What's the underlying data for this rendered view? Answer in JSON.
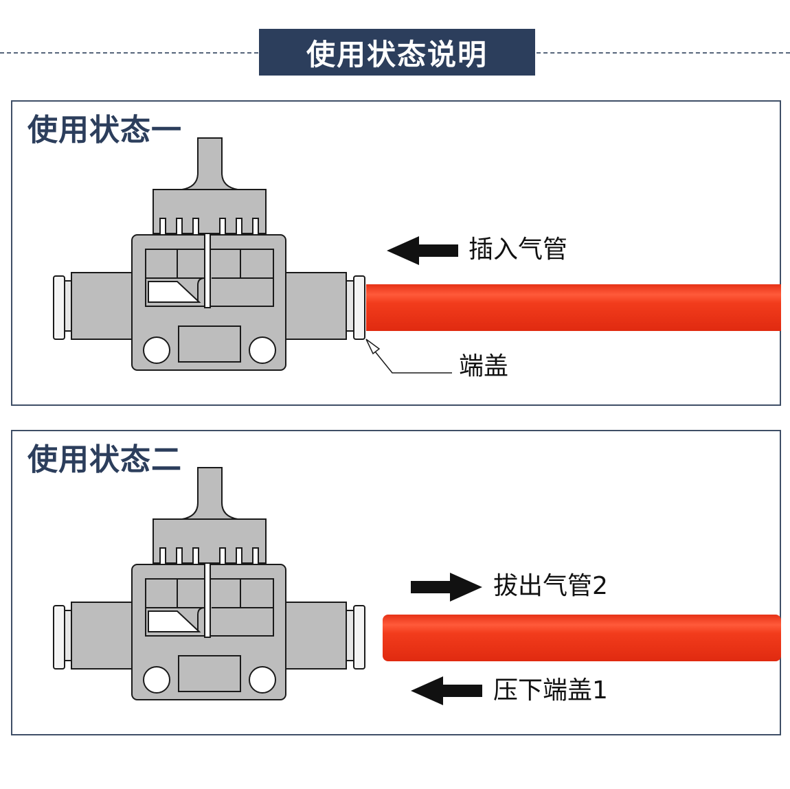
{
  "header": {
    "title": "使用状态说明"
  },
  "panels": [
    {
      "title": "使用状态一",
      "labels": {
        "insert": "插入气管",
        "endcap": "端盖"
      }
    },
    {
      "title": "使用状态二",
      "labels": {
        "pullout": "拔出气管2",
        "press": "压下端盖1"
      }
    }
  ],
  "colors": {
    "header_bg": "#2c3e5c",
    "valve_gray": "#bdbdbd",
    "tube_red": "#f03a1a",
    "outline": "#1a1a1a"
  },
  "icons": [
    "valve-icon",
    "tube-icon",
    "arrow-left-icon",
    "arrow-right-icon"
  ]
}
